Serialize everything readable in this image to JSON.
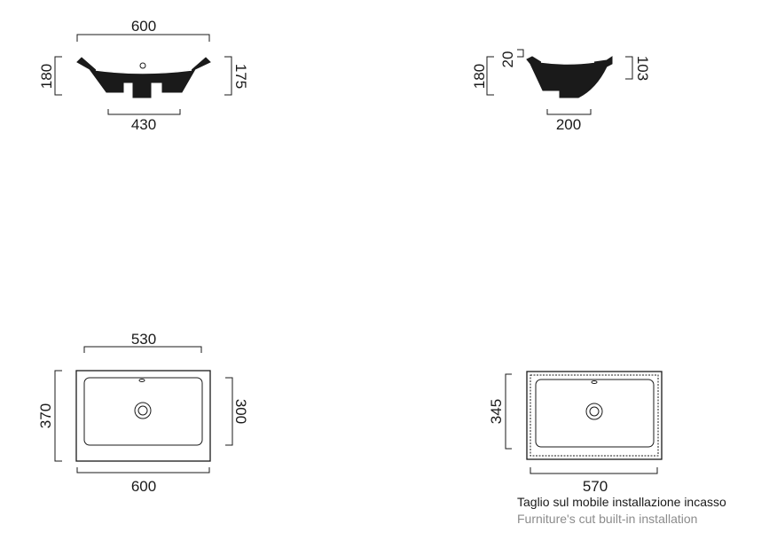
{
  "front_view": {
    "width_top": "600",
    "height_left": "180",
    "height_right": "175",
    "width_bottom": "430"
  },
  "side_view": {
    "lip": "20",
    "height_left": "180",
    "height_right": "103",
    "width_bottom": "200"
  },
  "top_view": {
    "inner_width": "530",
    "outer_height": "370",
    "inner_height": "300",
    "outer_width": "600"
  },
  "cutout_view": {
    "height": "345",
    "width": "570"
  },
  "caption": {
    "italian": "Taglio sul mobile installazione incasso",
    "english": "Furniture's cut built-in installation"
  },
  "colors": {
    "line": "#1a1a1a",
    "caption_primary": "#1a1a1a",
    "caption_secondary": "#8c8c8c"
  }
}
